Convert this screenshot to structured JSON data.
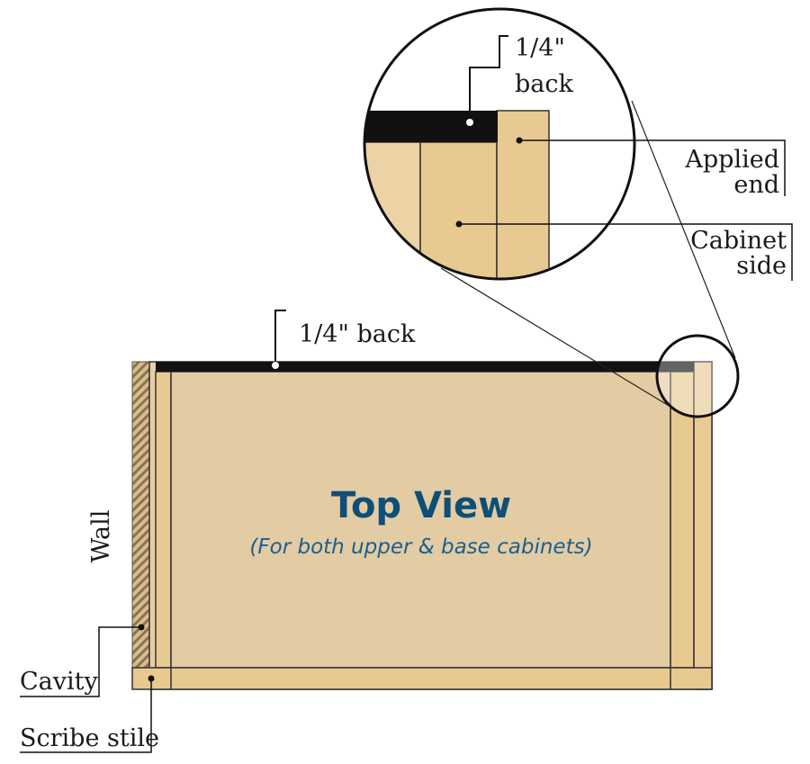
{
  "title": "Top View",
  "subtitle": "(For both upper & base cabinets)",
  "labels": {
    "back_main": "1/4\" back",
    "back_zoom_fraction": "1/4\"",
    "back_zoom_word": "back",
    "applied_end_1": "Applied",
    "applied_end_2": "end",
    "cabinet_side_1": "Cabinet",
    "cabinet_side_2": "side",
    "wall": "Wall",
    "cavity": "Cavity",
    "scribe_stile": "Scribe stile"
  },
  "colors": {
    "wood_light": "#e3cba3",
    "wood_panel": "#e8c98f",
    "back": "#111111",
    "title": "#0e4f78"
  }
}
